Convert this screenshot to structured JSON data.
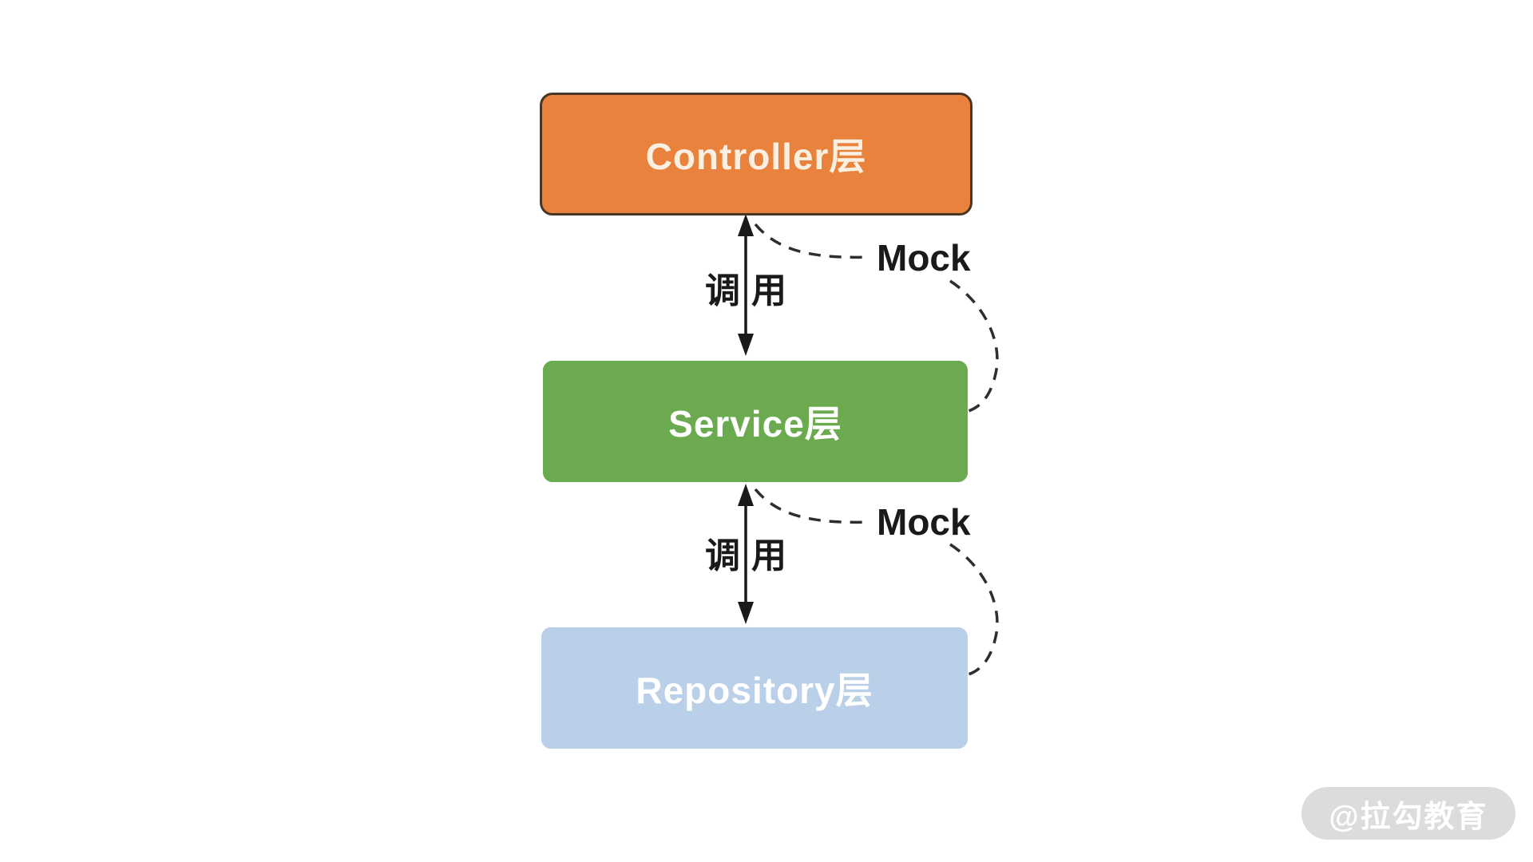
{
  "diagram": {
    "boxes": [
      {
        "label": "Controller层",
        "fill": "#E8823C",
        "border_color": "#4A3626",
        "border_style": "solid",
        "text_color": "#FAF0E1"
      },
      {
        "label": "Service层",
        "fill": "#6BAA4E",
        "border_color": "#333333",
        "border_style": "dashed",
        "text_color": "#FFFFFF"
      },
      {
        "label": "Repository层",
        "fill": "#BACFE8",
        "border_color": "#333333",
        "border_style": "dashed",
        "text_color": "#FFFFFF"
      }
    ],
    "edges": [
      {
        "from": "Controller层",
        "to": "Service层",
        "label": "调用",
        "style": "double-headed-arrow"
      },
      {
        "from": "Service层",
        "to": "Repository层",
        "label": "调用",
        "style": "double-headed-arrow"
      }
    ],
    "mock_annotations": [
      {
        "label": "Mock",
        "attached_to": "Service层",
        "style": "dashed-curve"
      },
      {
        "label": "Mock",
        "attached_to": "Repository层",
        "style": "dashed-curve"
      }
    ]
  },
  "watermark": {
    "label": "@拉勾教育"
  }
}
